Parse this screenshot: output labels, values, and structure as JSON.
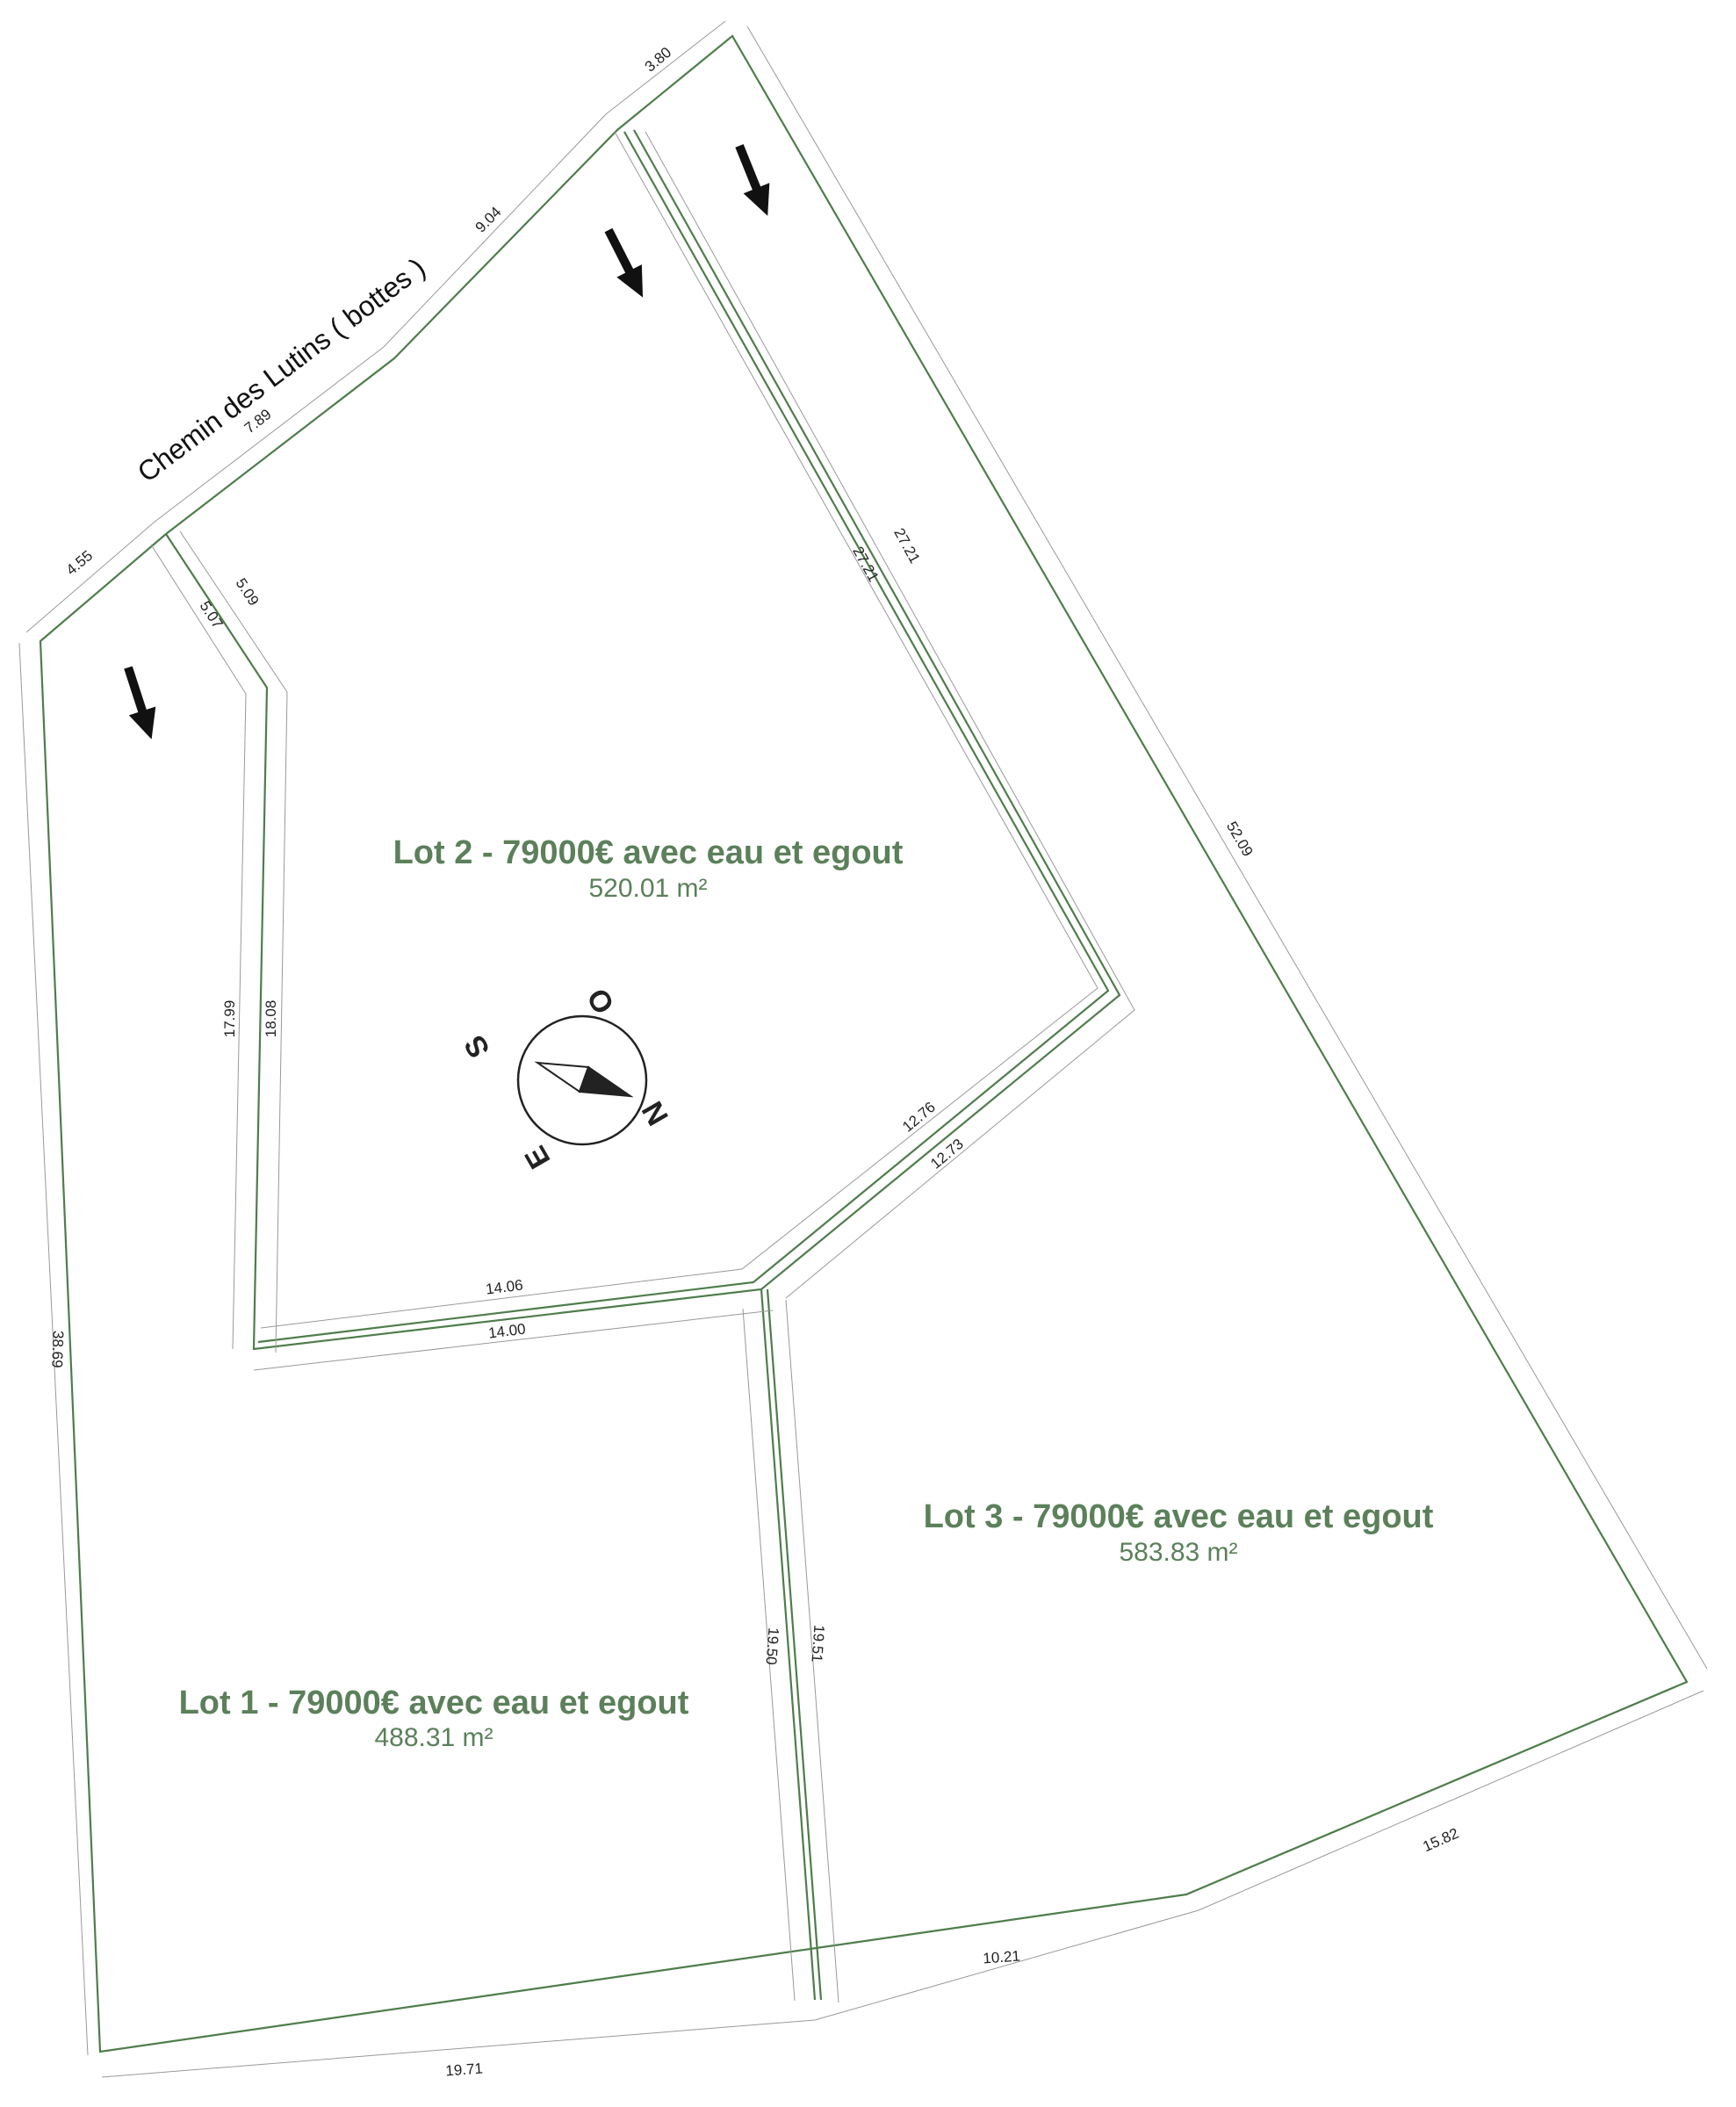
{
  "road_name": "Chemin des Lutins ( bottes )",
  "lots": [
    {
      "label": "Lot 1 - 79000€ avec eau et egout",
      "area": "488.31 m²"
    },
    {
      "label": "Lot 2 - 79000€ avec eau et egout",
      "area": "520.01 m²"
    },
    {
      "label": "Lot 3 - 79000€ avec eau et egout",
      "area": "583.83 m²"
    }
  ],
  "dimensions": {
    "d455": "4.55",
    "d789": "7.89",
    "d904": "9.04",
    "d380": "3.80",
    "d509": "5.09",
    "d507": "5.07",
    "d1799": "17.99",
    "d1808": "18.08",
    "d2721a": "27.21",
    "d2721b": "27.21",
    "d5209": "52.09",
    "d1276": "12.76",
    "d1273": "12.73",
    "d1406": "14.06",
    "d1400": "14.00",
    "d3869": "38.69",
    "d1950": "19.50",
    "d1951": "19.51",
    "d1971": "19.71",
    "d1021": "10.21",
    "d1582": "15.82"
  },
  "compass": {
    "n": "N",
    "s": "S",
    "e": "E",
    "o": "O"
  },
  "colors": {
    "boundary": "#4e7d4b",
    "fill": "#eff1ee",
    "label": "#5b805a"
  }
}
